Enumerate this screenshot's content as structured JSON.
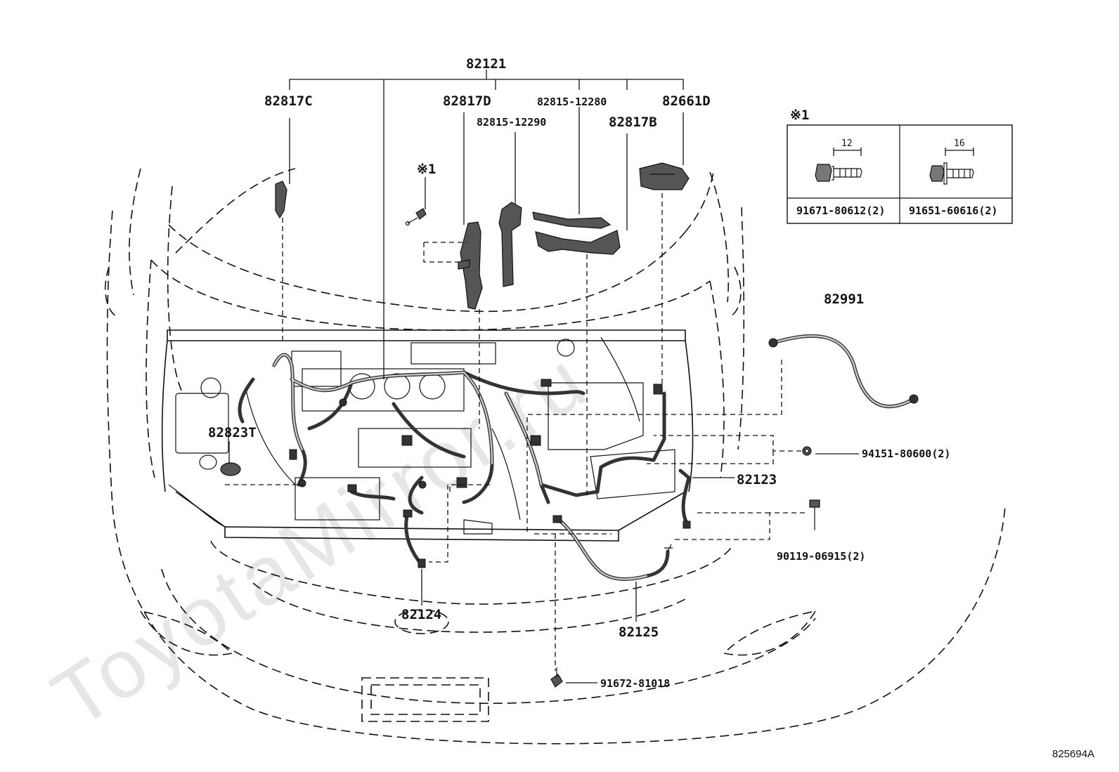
{
  "watermark": "ToyotaMirror.ru",
  "diagram_code": "825694A",
  "note_mark": "※1",
  "labels": {
    "harness": "82121",
    "clamp_c": "82817C",
    "clamp_d": "82817D",
    "protector_12280": "82815-12280",
    "protector_12290": "82815-12290",
    "bracket_d": "82661D",
    "clamp_b": "82817B",
    "grommet": "82823T",
    "wire_82991": "82991",
    "wire_82123": "82123",
    "wire_82124": "82124",
    "wire_82125": "82125",
    "nut": "94151-80600(2)",
    "bolt_90119": "90119-06915(2)",
    "bolt_91672": "91672-81018"
  },
  "note_table": {
    "title": "※1",
    "cells": [
      {
        "dimension": "12",
        "part_no": "91671-80612(2)"
      },
      {
        "dimension": "16",
        "part_no": "91651-60616(2)"
      }
    ]
  }
}
